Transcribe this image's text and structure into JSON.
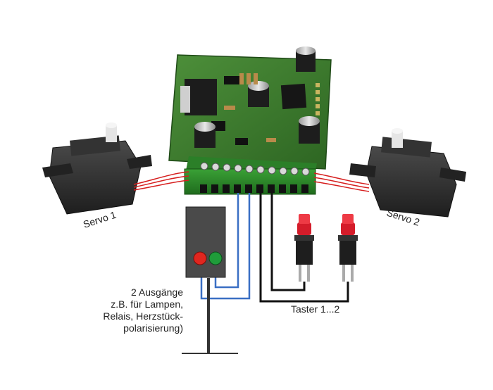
{
  "labels": {
    "servo1": "Servo 1",
    "servo2": "Servo 2",
    "buttons": "Taster 1...2",
    "outputs": [
      "2 Ausgänge",
      "z.B. für Lampen,",
      "Relais, Herzstück-",
      "polarisierung)"
    ]
  },
  "colors": {
    "pcb": "#3d7a2e",
    "servo_body": "#2c2c2c",
    "terminal_block": "#2f8a2c",
    "wire_red": "#d61e1e",
    "wire_blue": "#3a6fc4",
    "wire_black": "#111111",
    "led_red": "#e0261f",
    "led_green": "#1f9c3a",
    "button_cap": "#d41c2a"
  }
}
